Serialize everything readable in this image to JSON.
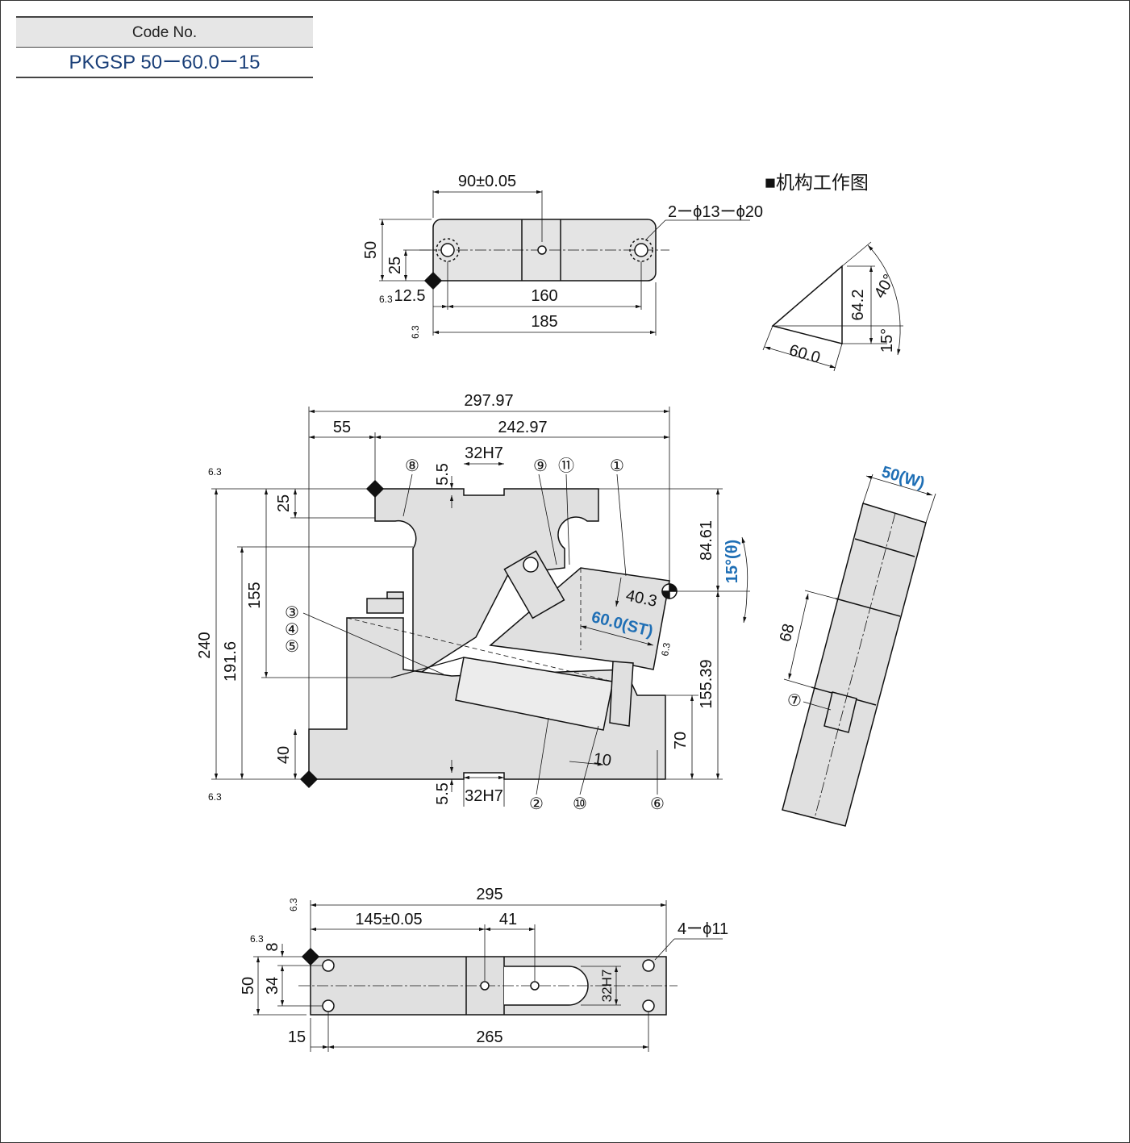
{
  "header": {
    "code_label": "Code No.",
    "code_value": "PKGSP 50ー60.0ー15"
  },
  "mechanism_title": "■机构工作图",
  "roughness": "6.3",
  "top_view": {
    "d_90": "90±0.05",
    "holes": "2ーϕ13ーϕ20",
    "d_50": "50",
    "d_25": "25",
    "d_12_5": "12.5",
    "d_160": "160",
    "d_185": "185"
  },
  "triangle": {
    "d_64_2": "64.2",
    "d_40": "40°",
    "d_15": "15°",
    "d_60": "60.0"
  },
  "front_view": {
    "d_297_97": "297.97",
    "d_55": "55",
    "d_242_97": "242.97",
    "d_32h7_top": "32H7",
    "d_5_5_top": "5.5",
    "d_25": "25",
    "d_155": "155",
    "d_240": "240",
    "d_191_6": "191.6",
    "d_40": "40",
    "d_84_61": "84.61",
    "d_theta": "15°(θ)",
    "d_40_3": "40.3",
    "d_st": "60.0(ST)",
    "d_155_39": "155.39",
    "d_70": "70",
    "d_10": "10",
    "d_5_5_bottom": "5.5",
    "d_32h7_bottom": "32H7",
    "parts": [
      "①",
      "②",
      "③",
      "④",
      "⑤",
      "⑥",
      "⑦",
      "⑧",
      "⑨",
      "⑩",
      "⑪"
    ]
  },
  "side_view": {
    "d_width": "50(W)",
    "d_68": "68"
  },
  "bottom_view": {
    "d_295": "295",
    "d_145": "145±0.05",
    "d_41": "41",
    "holes": "4ーϕ11",
    "d_8": "8",
    "d_50": "50",
    "d_34": "34",
    "d_32h7": "32H7",
    "d_15": "15",
    "d_265": "265"
  }
}
